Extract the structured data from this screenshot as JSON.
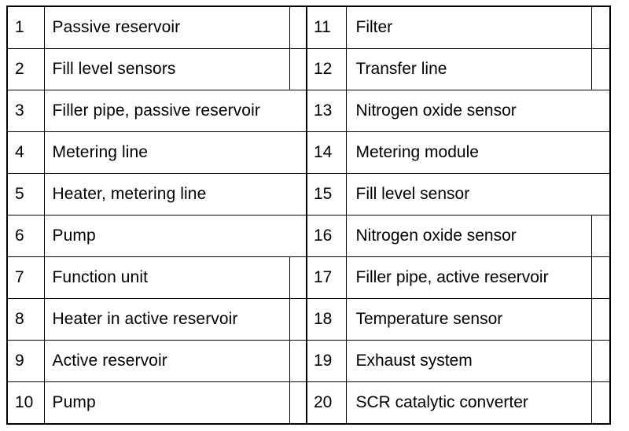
{
  "legend": {
    "left": [
      {
        "number": "1",
        "label": "Passive reservoir",
        "extra_cell": true
      },
      {
        "number": "2",
        "label": "Fill level sensors",
        "extra_cell": true
      },
      {
        "number": "3",
        "label": "Filler pipe, passive reservoir",
        "extra_cell": false
      },
      {
        "number": "4",
        "label": "Metering line",
        "extra_cell": false
      },
      {
        "number": "5",
        "label": "Heater, metering line",
        "extra_cell": false
      },
      {
        "number": "6",
        "label": "Pump",
        "extra_cell": false
      },
      {
        "number": "7",
        "label": "Function unit",
        "extra_cell": true
      },
      {
        "number": "8",
        "label": "Heater in active reservoir",
        "extra_cell": true
      },
      {
        "number": "9",
        "label": "Active reservoir",
        "extra_cell": true
      },
      {
        "number": "10",
        "label": "Pump",
        "extra_cell": true
      }
    ],
    "right": [
      {
        "number": "11",
        "label": "Filter",
        "extra_cell": true
      },
      {
        "number": "12",
        "label": "Transfer line",
        "extra_cell": true
      },
      {
        "number": "13",
        "label": "Nitrogen oxide sensor",
        "extra_cell": false
      },
      {
        "number": "14",
        "label": "Metering module",
        "extra_cell": false
      },
      {
        "number": "15",
        "label": "Fill level sensor",
        "extra_cell": false
      },
      {
        "number": "16",
        "label": "Nitrogen oxide sensor",
        "extra_cell": true
      },
      {
        "number": "17",
        "label": "Filler pipe, active reservoir",
        "extra_cell": true
      },
      {
        "number": "18",
        "label": "Temperature sensor",
        "extra_cell": true
      },
      {
        "number": "19",
        "label": "Exhaust system",
        "extra_cell": true
      },
      {
        "number": "20",
        "label": "SCR catalytic converter",
        "extra_cell": true
      }
    ]
  }
}
